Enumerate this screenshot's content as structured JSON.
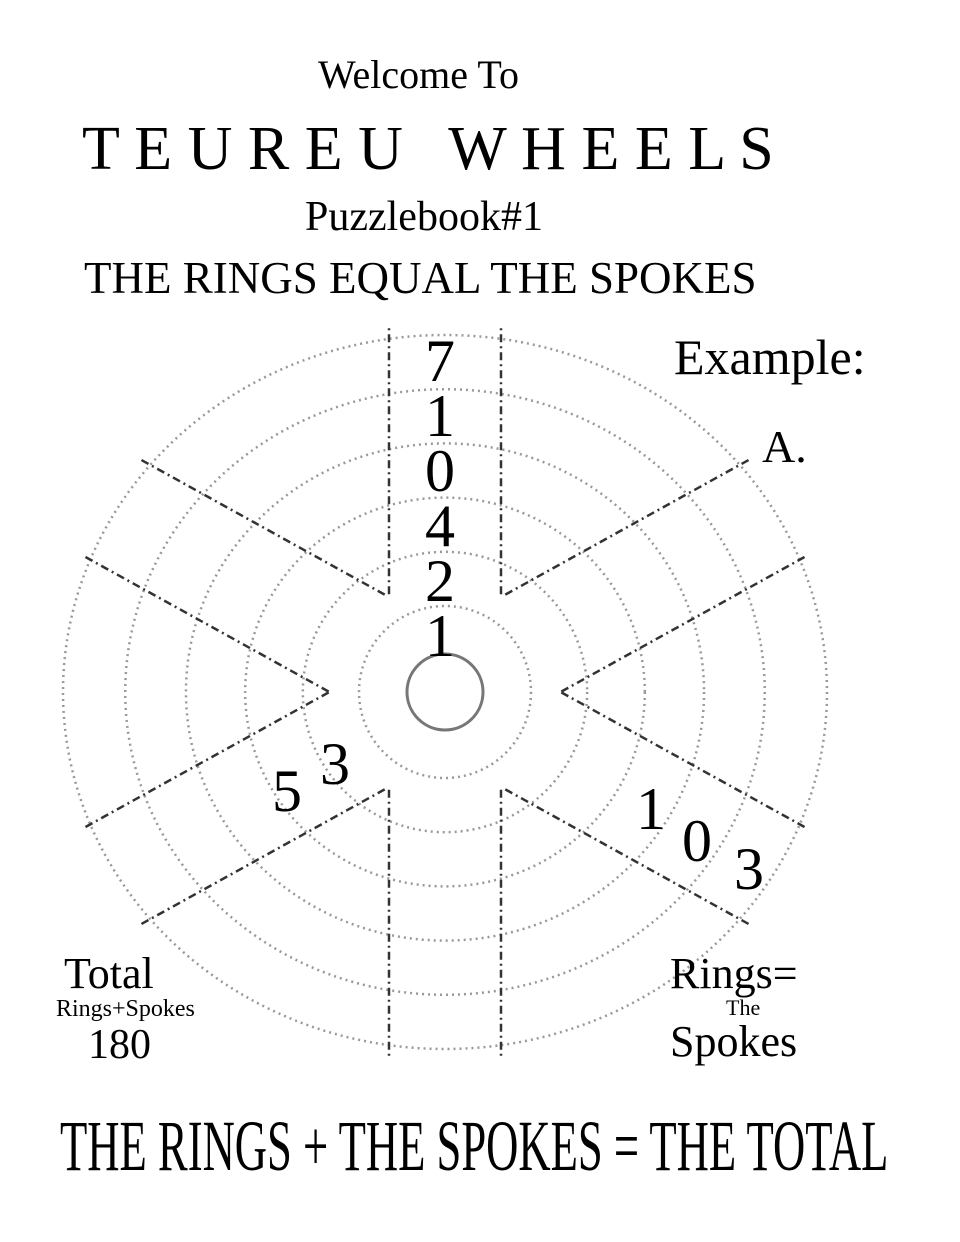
{
  "header": {
    "welcome": "Welcome To",
    "title": "T E U R E U   W H E E L S",
    "subtitle": "Puzzlebook#1",
    "rule": "THE RINGS EQUAL THE SPOKES"
  },
  "example": {
    "label": "Example:",
    "item": "A."
  },
  "wheel": {
    "rings": 6,
    "spoke_pairs": 6,
    "top_spoke_digits": [
      "7",
      "1",
      "0",
      "4",
      "2",
      "1"
    ],
    "lower_left_digits": [
      "5",
      "3"
    ],
    "lower_right_digits": [
      "1",
      "0",
      "3"
    ]
  },
  "total_box": {
    "label": "Total",
    "sublabel": "Rings+Spokes",
    "value": "180"
  },
  "rings_box": {
    "line1": "Rings=",
    "line2": "The",
    "line3": "Spokes"
  },
  "footer": {
    "formula": "THE RINGS + THE SPOKES = THE TOTAL"
  }
}
